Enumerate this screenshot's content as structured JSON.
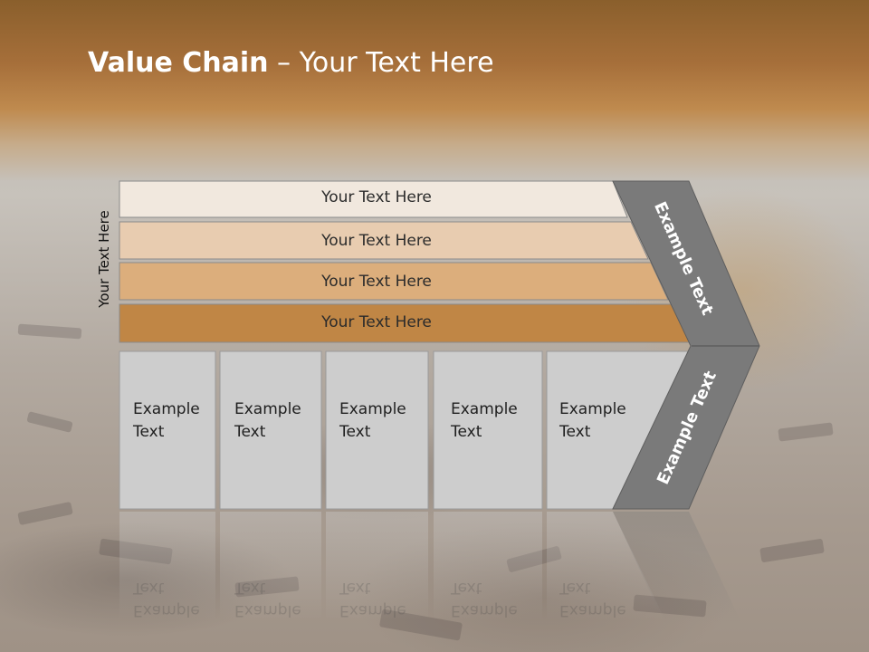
{
  "slide": {
    "title_bold": "Value Chain",
    "title_rest": " – Your Text Here",
    "side_label": "Your Text Here"
  },
  "bars": [
    {
      "label": "Your Text Here",
      "color": "#f1e8de"
    },
    {
      "label": "Your Text Here",
      "color": "#e8ccb0"
    },
    {
      "label": "Your Text Here",
      "color": "#dcae7c"
    },
    {
      "label": "Your Text Here",
      "color": "#c08645"
    }
  ],
  "boxes": [
    {
      "line1": "Example",
      "line2": "Text"
    },
    {
      "line1": "Example",
      "line2": "Text"
    },
    {
      "line1": "Example",
      "line2": "Text"
    },
    {
      "line1": "Example",
      "line2": "Text"
    },
    {
      "line1": "Example",
      "line2": "Text"
    }
  ],
  "chevron": {
    "upper_label": "Example Text",
    "lower_label": "Example Text",
    "color": "#7a7a7a"
  }
}
